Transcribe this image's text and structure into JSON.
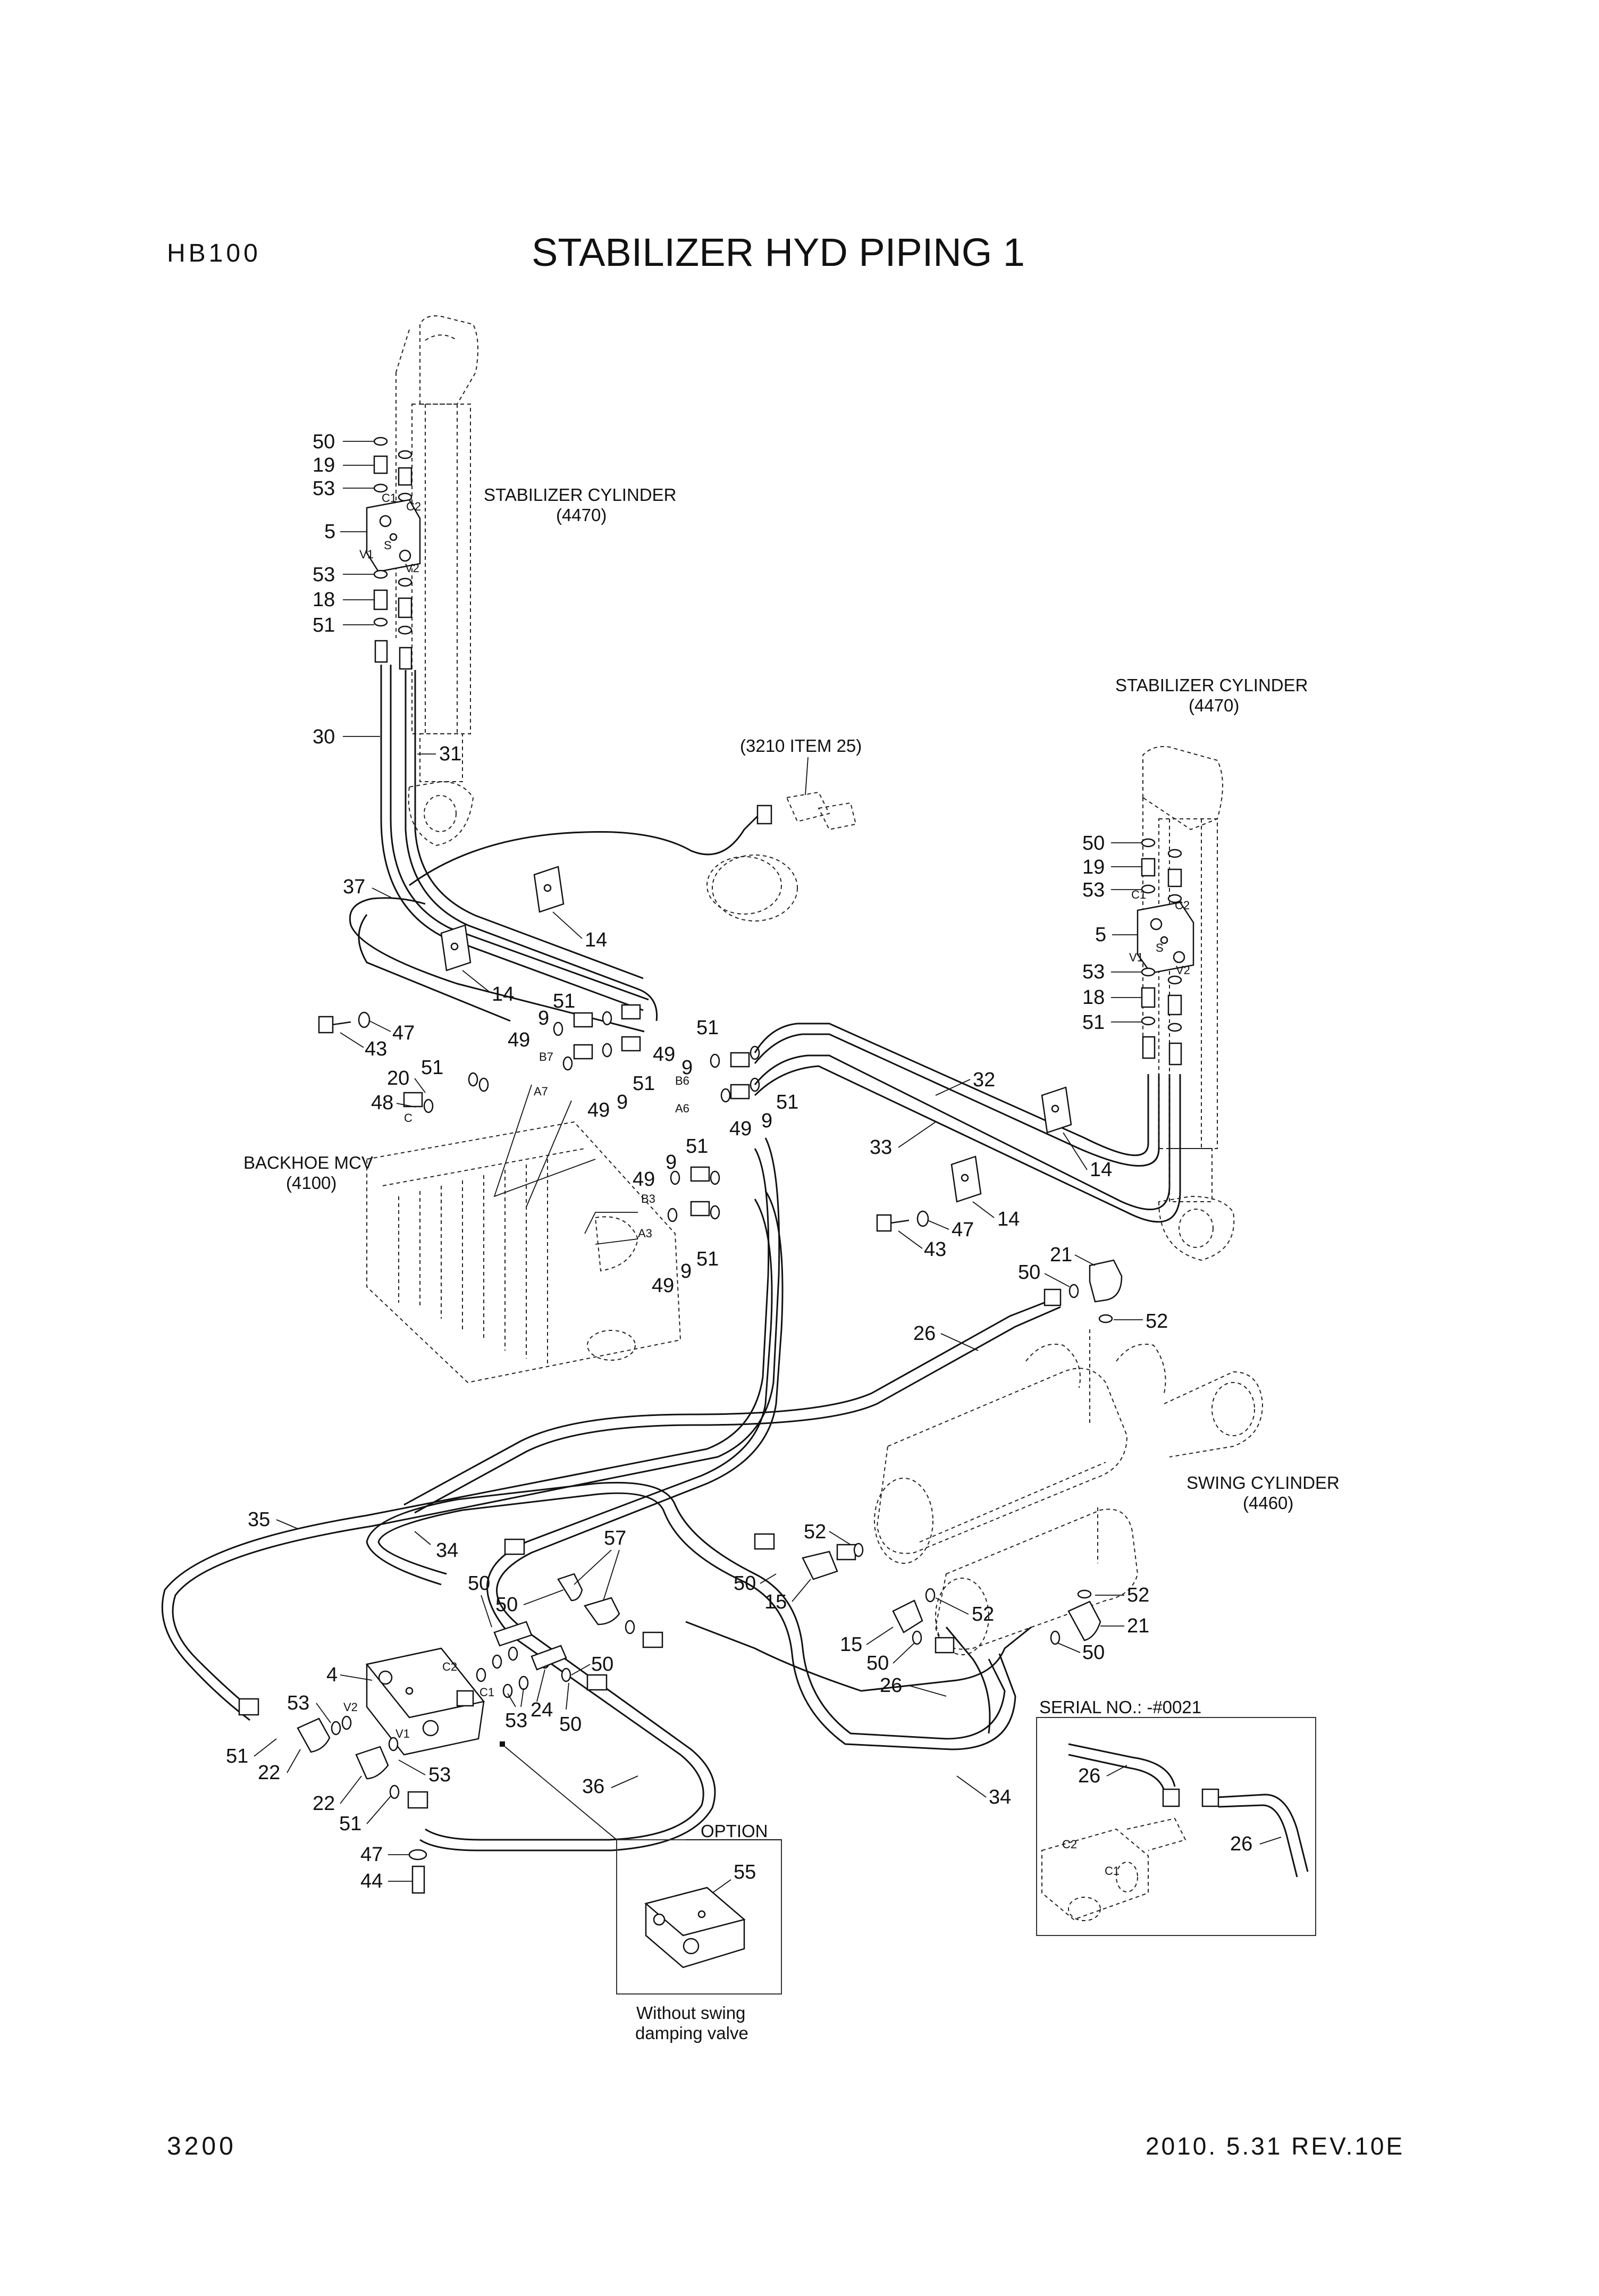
{
  "header": {
    "model": "HB100",
    "title": "STABILIZER HYD PIPING 1",
    "page_number": "3200",
    "revision": "2010. 5.31  REV.10E"
  },
  "labels": {
    "stab_cyl_left": "STABILIZER CYLINDER",
    "stab_cyl_left_code": "(4470)",
    "stab_cyl_right": "STABILIZER CYLINDER",
    "stab_cyl_right_code": "(4470)",
    "ref_3210": "(3210 ITEM 25)",
    "backhoe_mcv": "BACKHOE MCV",
    "backhoe_mcv_code": "(4100)",
    "swing_cyl": "SWING CYLINDER",
    "swing_cyl_code": "(4460)",
    "serial_no": "SERIAL NO.: -#0021",
    "option_title": "OPTION",
    "option_note_1": "Without swing",
    "option_note_2": "damping valve"
  },
  "ports": {
    "c1": "C1",
    "c2": "C2",
    "v1": "V1",
    "v2": "V2",
    "s": "S",
    "b7": "B7",
    "a7": "A7",
    "b6": "B6",
    "a6": "A6",
    "b3": "B3",
    "a3": "A3",
    "c": "C"
  },
  "callouts": {
    "n50": "50",
    "n19": "19",
    "n53": "53",
    "n5": "5",
    "n18": "18",
    "n51": "51",
    "n30": "30",
    "n31": "31",
    "n37": "37",
    "n14": "14",
    "n47": "47",
    "n43": "43",
    "n9": "9",
    "n49": "49",
    "n20": "20",
    "n48": "48",
    "n32": "32",
    "n33": "33",
    "n21": "21",
    "n52": "52",
    "n26": "26",
    "n35": "35",
    "n34": "34",
    "n57": "57",
    "n15": "15",
    "n4": "4",
    "n24": "24",
    "n22": "22",
    "n44": "44",
    "n36": "36",
    "n55": "55"
  }
}
